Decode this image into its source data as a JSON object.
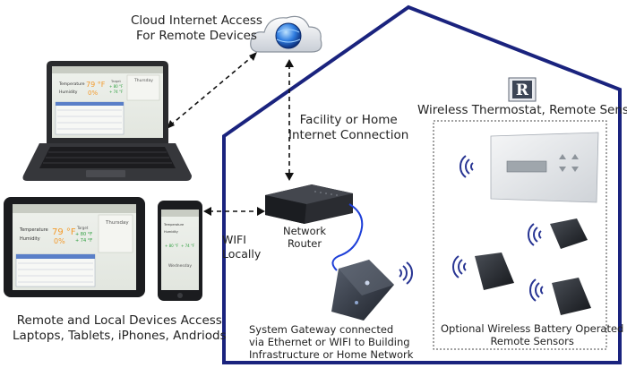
{
  "labels": {
    "cloud_line1": "Cloud Internet Access",
    "cloud_line2": "For Remote Devices",
    "facility_line1": "Facility or Home",
    "facility_line2": "Internet Connection",
    "thermostat_title": "Wireless Thermostat, Remote Sensors",
    "wifi_line1": "WIFI",
    "wifi_line2": "Locally",
    "router_line1": "Network",
    "router_line2": "Router",
    "gateway_line1": "System Gateway connected",
    "gateway_line2": "via Ethernet or WIFI to Building",
    "gateway_line3": "Infrastructure or Home Network",
    "remote_line1": "Remote and Local Devices Access",
    "remote_line2": "Laptops, Tablets, iPhones, Andriods",
    "sensors_line1": "Optional Wireless Battery Operated",
    "sensors_line2": "Remote Sensors"
  },
  "screen": {
    "temperature_label": "Temperature",
    "humidity_label": "Humidity",
    "temperature_value": "79 °F",
    "humidity_value": "0%",
    "target_label": "Target",
    "target_high": "+ 80 °F",
    "target_low": "+ 74 °F",
    "day_label": "Thursday",
    "phone_day_label": "Wednesday"
  },
  "logo": {
    "letter": "R"
  },
  "colors": {
    "house_outline": "#1a237e",
    "wifi_waves": "#283593",
    "temp_value": "#f39a2b",
    "cable": "#1e3fd8",
    "cloud_globe": "#1f5fc9"
  }
}
